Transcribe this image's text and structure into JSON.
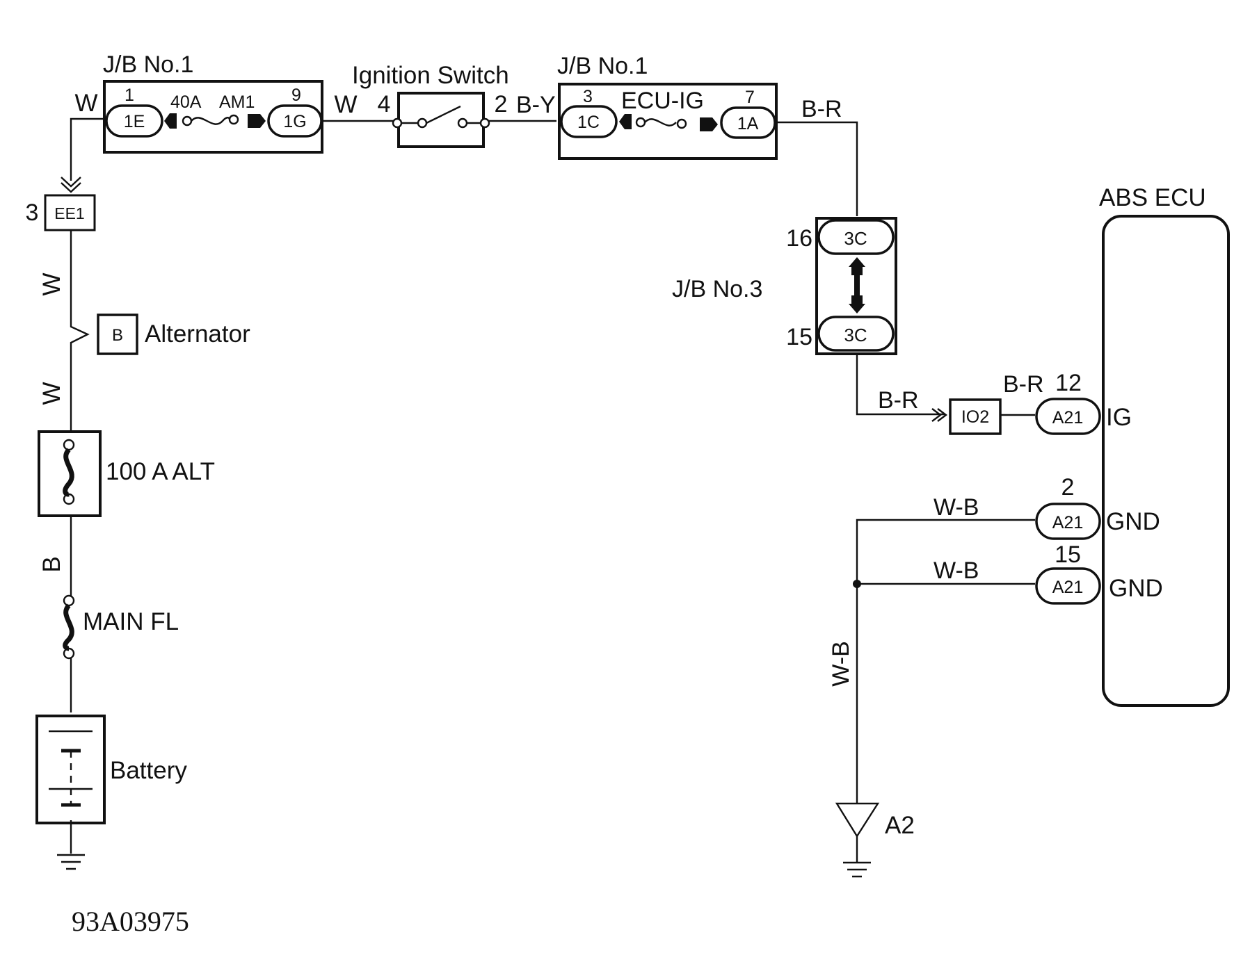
{
  "labels": {
    "jb1_left": "J/B No.1",
    "jb1_right": "J/B No.1",
    "jb3": "J/B No.3",
    "ignition_switch": "Ignition Switch",
    "abs_ecu": "ABS ECU",
    "alternator": "Alternator",
    "alt_fuse": "100 A  ALT",
    "main_fl": "MAIN FL",
    "battery": "Battery",
    "ground_point": "A2",
    "fuse_am1_rating": "40A",
    "fuse_am1_name": "AM1",
    "fuse_ecu_ig_name": "ECU-IG",
    "figure_id": "93A03975"
  },
  "connectors": {
    "c1e": "1E",
    "c1g": "1G",
    "c1c": "1C",
    "c1a": "1A",
    "c3c_top": "3C",
    "c3c_bottom": "3C",
    "ee1": "EE1",
    "alt_b": "B",
    "io2": "IO2",
    "a21_ig": "A21",
    "a21_gnd1": "A21",
    "a21_gnd2": "A21"
  },
  "pins": {
    "p1e": "1",
    "p1g": "9",
    "p_sw_in": "4",
    "p_sw_out": "2",
    "p1c": "3",
    "p1a": "7",
    "p3c_top": "16",
    "p3c_bottom": "15",
    "p_ee1": "3",
    "p_a21_ig": "12",
    "p_a21_gnd1": "2",
    "p_a21_gnd2": "15"
  },
  "terminals": {
    "ig": "IG",
    "gnd1": "GND",
    "gnd2": "GND"
  },
  "wires": {
    "w_left_top": "W",
    "w_mid_top": "W",
    "by": "B-Y",
    "br_top": "B-R",
    "w_vert1": "W",
    "w_vert2": "W",
    "b_vert": "B",
    "br_mid": "B-R",
    "br_io2": "B-R",
    "wb1": "W-B",
    "wb2": "W-B",
    "wb_vert": "W-B"
  }
}
